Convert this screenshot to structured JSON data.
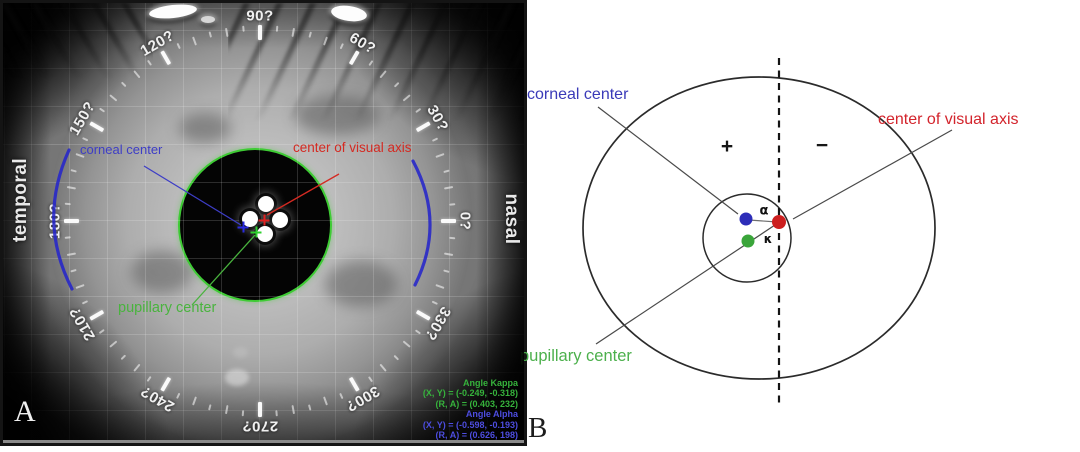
{
  "figure": {
    "panelA": {
      "panel_letter": "A",
      "orientation_labels": {
        "left": "temporal",
        "right": "nasal"
      },
      "dial_labels": [
        {
          "text": "0?",
          "angle": 0
        },
        {
          "text": "30?",
          "angle": 30
        },
        {
          "text": "60?",
          "angle": 60
        },
        {
          "text": "90?",
          "angle": 90
        },
        {
          "text": "120?",
          "angle": 120
        },
        {
          "text": "150?",
          "angle": 150
        },
        {
          "text": "180?",
          "angle": 180
        },
        {
          "text": "210?",
          "angle": 210
        },
        {
          "text": "240?",
          "angle": 240
        },
        {
          "text": "270?",
          "angle": 270
        },
        {
          "text": "300?",
          "angle": 300
        },
        {
          "text": "330?",
          "angle": 330
        }
      ],
      "pupil_ring_color": "#3ecb34",
      "limbus_arc_color": "#2626c9",
      "annotations": {
        "corneal_center": {
          "label": "corneal center",
          "label_color": "#3d3dc6",
          "marker_color": "#2a2ae0"
        },
        "visual_axis": {
          "label": "center of visual axis",
          "label_color": "#d42a22",
          "marker_color": "#e02020"
        },
        "pupillary_center": {
          "label": "pupillary center",
          "label_color": "#49b33e",
          "marker_color": "#2fd02f"
        }
      },
      "metrics": {
        "kappa": {
          "title": "Angle Kappa",
          "line_xy": "(X, Y) = (-0.249, -0.318)",
          "line_ra": "(R, A) = (0.403, 232)",
          "color": "#36b33c"
        },
        "alpha": {
          "title": "Angle Alpha",
          "line_xy": "(X, Y) = (-0.598, -0.193)",
          "line_ra": "(R, A) = (0.626, 198)",
          "color": "#4d4de0"
        }
      }
    },
    "panelB": {
      "panel_letter": "B",
      "labels": {
        "corneal_center": {
          "text": "corneal center",
          "color": "#3a3ab8"
        },
        "visual_axis": {
          "text": "center of visual axis",
          "color": "#d3242c"
        },
        "pupillary_center": {
          "text": "pupillary center",
          "color": "#4cb04c"
        },
        "plus_sign": "+",
        "minus_sign": "−",
        "alpha_symbol": "α",
        "kappa_symbol": "κ"
      },
      "points": {
        "corneal": {
          "color": "#2d2db8"
        },
        "visual": {
          "color": "#cc1f1f"
        },
        "pupillary": {
          "color": "#3aa53a"
        }
      }
    }
  }
}
